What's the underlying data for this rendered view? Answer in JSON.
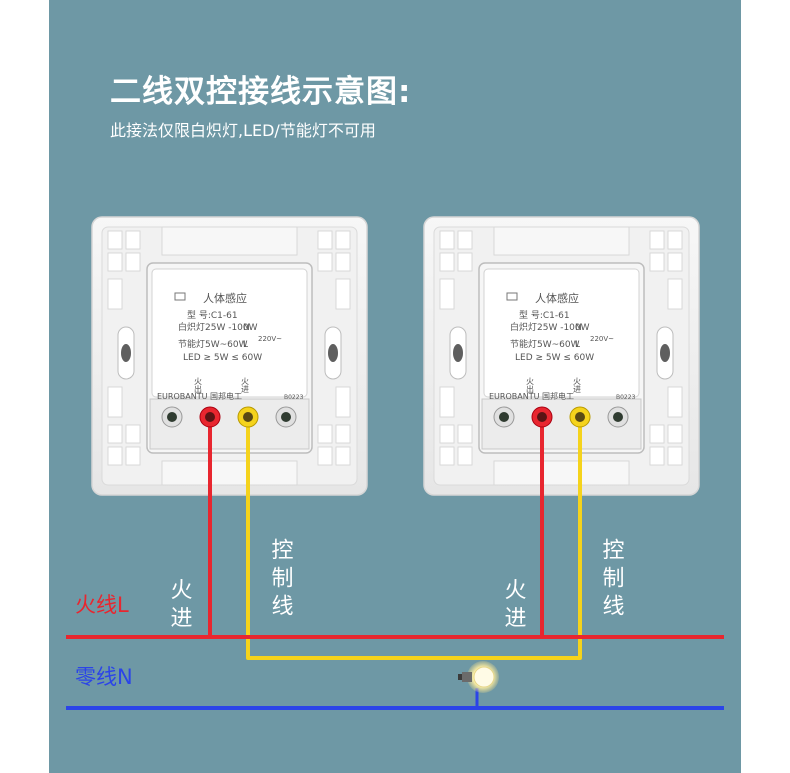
{
  "header": {
    "title": "二线双控接线示意图:",
    "subtitle": "此接法仅限白炽灯,LED/节能灯不可用"
  },
  "switch_module": {
    "product_name": "人体感应",
    "model": "型 号:C1-61",
    "spec_line_1": "白炽灯25W -100W",
    "spec_line_2": "节能灯5W~60W",
    "spec_line_3": "LED ≥ 5W ≤ 60W",
    "voltage": "220V~",
    "terminal_n": "N",
    "terminal_l": "L",
    "terminal_out": "火出",
    "terminal_in": "火进",
    "brand": "EUROBANTU 国邦电工",
    "serial": "B0223"
  },
  "wire_labels": {
    "live_in": "火进",
    "control": "控制线"
  },
  "lines": {
    "live": "火线L",
    "neutral": "零线N"
  },
  "colors": {
    "background": "#6e98a5",
    "live_wire": "#e8262f",
    "control_wire": "#f5d31c",
    "neutral_wire": "#2b44e8",
    "text": "#ffffff"
  }
}
